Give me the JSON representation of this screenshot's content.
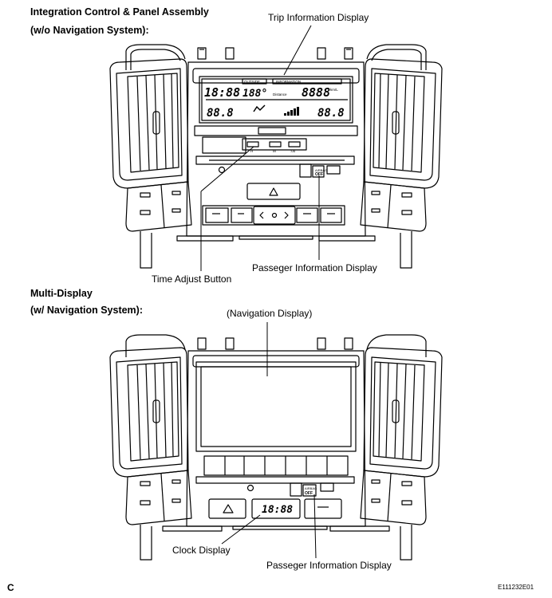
{
  "section1": {
    "title_line1": "Integration Control & Panel Assembly",
    "title_line2": "(w/o Navigation System):",
    "callouts": {
      "trip_info": "Trip Information Display",
      "time_adjust": "Time Adjust Button",
      "passenger_info": "Passeger Information Display"
    },
    "lcd": {
      "clock": "18:88",
      "outside_temp": "188°",
      "trip_value": "8888",
      "left_temp": "88.8",
      "right_temp": "88.8",
      "outside_tag": "OUTSIDE",
      "information_tag": "INFORMATION",
      "dist_tag": "Distance",
      "unit_tag": "km/L",
      "airbag_tag": "AIRBAG",
      "off_tag": "OFF",
      "h_tag": "H",
      "m_tag": "M",
      "zero_tag": ":00"
    }
  },
  "section2": {
    "title_line1": "Multi-Display",
    "title_line2": "(w/ Navigation System):",
    "callouts": {
      "navigation": "(Navigation Display)",
      "clock": "Clock Display",
      "passenger_info": "Passeger Information Display"
    },
    "lcd": {
      "clock": "18:88",
      "airbag_tag": "AIRBAG",
      "off_tag": "OFF"
    }
  },
  "footer": {
    "corner_letter": "C",
    "figure_code": "E111232E01"
  }
}
